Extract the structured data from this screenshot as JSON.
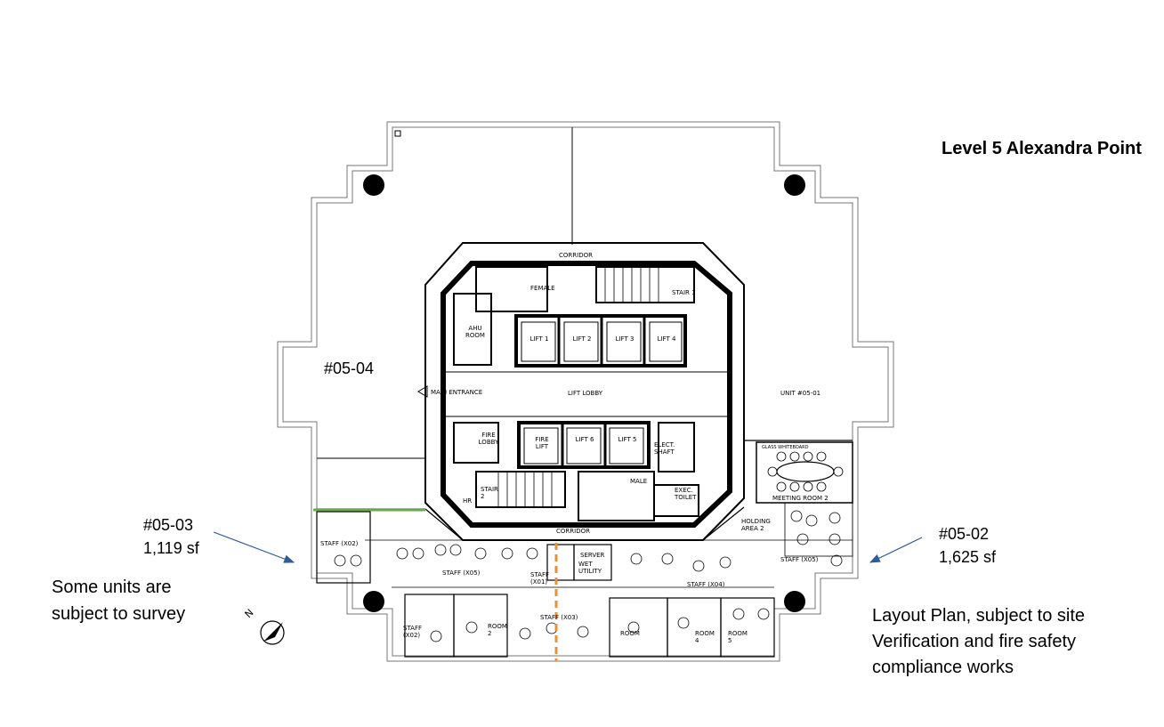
{
  "title": "Level 5  Alexandra Point",
  "units": {
    "u0504": {
      "id": "#05-04"
    },
    "u0503": {
      "id": "#05-03",
      "area": "1,119 sf"
    },
    "u0502": {
      "id": "#05-02",
      "area": "1,625 sf"
    },
    "u0501": {
      "id": "UNIT #05-01"
    }
  },
  "notes": {
    "survey_line1": "Some units are",
    "survey_line2": "subject to survey",
    "layout_line1": "Layout Plan, subject to site",
    "layout_line2": "Verification and fire safety",
    "layout_line3": "compliance works"
  },
  "rooms": {
    "corridor_top": "CORRIDOR",
    "corridor_bottom": "CORRIDOR",
    "lift_lobby": "LIFT LOBBY",
    "main_entrance": "MAIN ENTRANCE",
    "female": "FEMALE",
    "male": "MALE",
    "ahu_room": "AHU ROOM",
    "stair1": "STAIR 1",
    "stair2": "STAIR 2",
    "lift1": "LIFT 1",
    "lift2": "LIFT 2",
    "lift3": "LIFT 3",
    "lift4": "LIFT 4",
    "fire_lift": "FIRE LIFT",
    "lift6": "LIFT 6",
    "lift5": "LIFT 5",
    "fire_lobby": "FIRE LOBBY",
    "elect_shaft": "ELECT. SHAFT",
    "exec_toilet": "EXEC. TOILET",
    "hr": "HR",
    "holding_area": "HOLDING AREA 2",
    "meeting_room": "MEETING ROOM 2",
    "staff_x02": "STAFF (X02)",
    "staff_x05a": "STAFF (X05)",
    "staff_x01": "STAFF (X01)",
    "staff_x04": "STAFF (X04)",
    "staff_x05b": "STAFF (X05)",
    "staff_x03": "STAFF (X03)",
    "server": "SERVER",
    "wet_utility": "WET UTILITY",
    "staff_x02b": "STAFF (X02)",
    "room2": "ROOM 2",
    "room": "ROOM",
    "room4": "ROOM 4",
    "room5": "ROOM 5",
    "glass_whiteboard": "GLASS WHITEBOARD"
  },
  "compass": {
    "label": "N"
  },
  "colors": {
    "boundary_green": "#6aa84f",
    "boundary_orange": "#e69138",
    "arrow_blue": "#2e5c9a"
  }
}
